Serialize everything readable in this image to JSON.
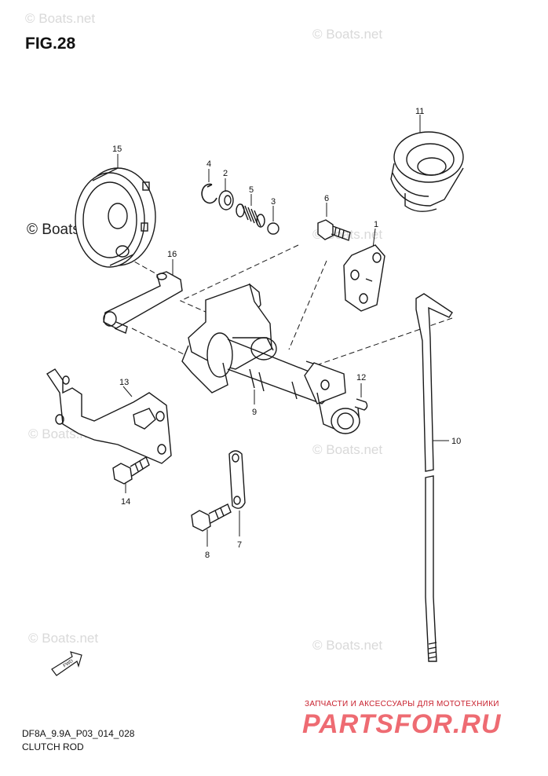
{
  "figure": {
    "title": "FIG.28"
  },
  "watermarks": [
    "© Boats.net",
    "© Boats.net",
    "© Boats.net",
    "© Boats.net",
    "© Boats.net",
    "© Boats.net",
    "© Boats.net",
    "© Boats.net"
  ],
  "parts": [
    {
      "number": "1"
    },
    {
      "number": "2"
    },
    {
      "number": "3"
    },
    {
      "number": "4"
    },
    {
      "number": "5"
    },
    {
      "number": "6"
    },
    {
      "number": "7"
    },
    {
      "number": "8"
    },
    {
      "number": "9"
    },
    {
      "number": "10"
    },
    {
      "number": "11"
    },
    {
      "number": "12"
    },
    {
      "number": "13"
    },
    {
      "number": "14"
    },
    {
      "number": "15"
    },
    {
      "number": "16"
    }
  ],
  "direction_marker": "FWD",
  "footer": {
    "code": "DF8A_9.9A_P03_014_028",
    "caption": "CLUTCH ROD"
  },
  "shop": {
    "tagline": "ЗАПЧАСТИ И АКСЕССУАРЫ ДЛЯ МОТОТЕХНИКИ",
    "logo": "PARTSFOR.RU"
  },
  "colors": {
    "line": "#1a1a1a",
    "watermark": "#d9d9d9",
    "shop_red": "#c81f2c",
    "shop_logo": "#ee6b72"
  }
}
